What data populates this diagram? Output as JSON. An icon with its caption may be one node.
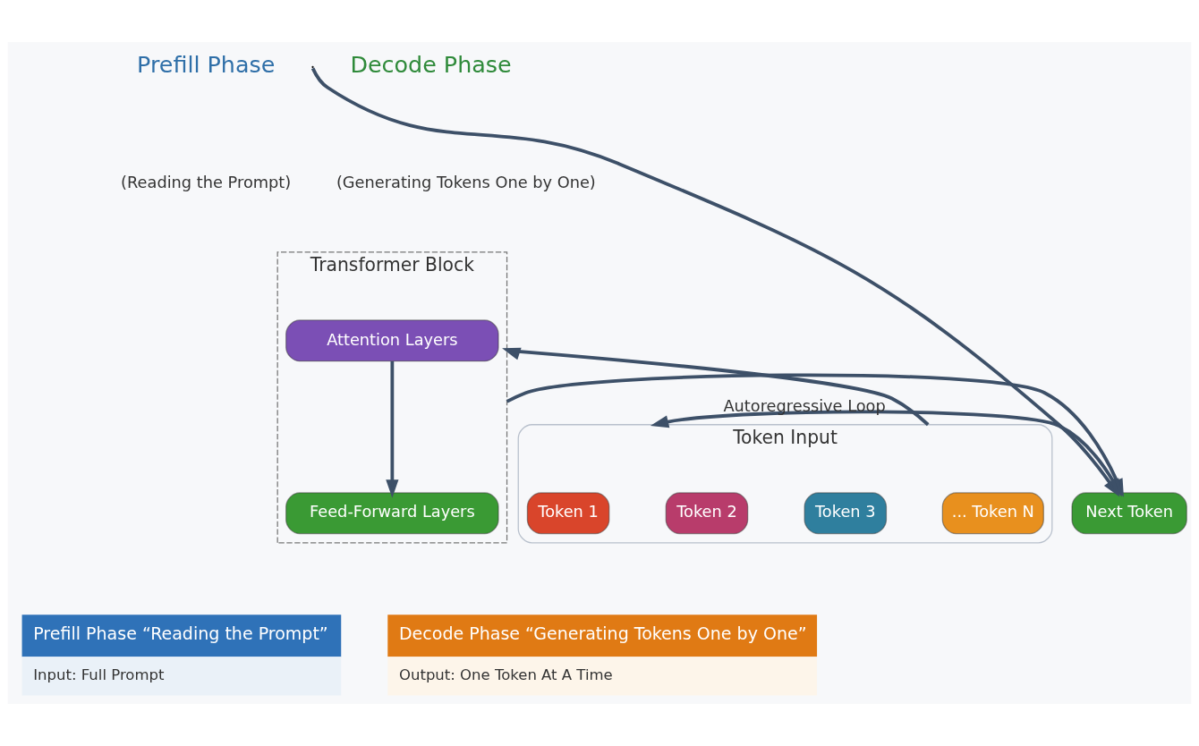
{
  "diagram": {
    "nodes": [
      {
        "text": [
          "Token Input"
        ]
      },
      {
        "text": [
          "Token 1"
        ],
        "in": 0
      },
      {
        "text": [
          "Token 2"
        ],
        "in": 0
      },
      {
        "text": [
          "Token 3"
        ],
        "in": 0
      },
      {
        "text": [
          "... Token N"
        ],
        "in": 0
      },
      {
        "text": [
          "Transformer Block"
        ]
      },
      {
        "text": [
          "Attention Layers"
        ],
        "in": 5
      },
      {
        "text": [
          "Feed-Forward Layers"
        ],
        "in": 5
      },
      {
        "text": [
          "Next Token"
        ]
      },
      {
        "text": [
          "Prefill Phase “Reading the Prompt”",
          "Input: Full Prompt"
        ]
      },
      {
        "text": [
          "Decode Phase “Generating Tokens One by One”",
          "Output: One Token At A Time"
        ]
      }
    ],
    "edges": [
      {
        "from": 0,
        "to": 5,
        "arrow": "to"
      },
      {
        "from": 6,
        "to": 7,
        "arrow": "to"
      },
      {
        "from": 5,
        "to": 8,
        "arrow": "to"
      },
      {
        "from": 8,
        "to": 0,
        "arrow": "both",
        "label": "Autoregressive Loop"
      },
      {
        "from": null,
        "to": 8,
        "arrow": "to"
      }
    ],
    "labels": [
      "Prefill Phase",
      "(Reading the Prompt)",
      "Decode Phase",
      "(Generating Tokens One by One)"
    ]
  }
}
